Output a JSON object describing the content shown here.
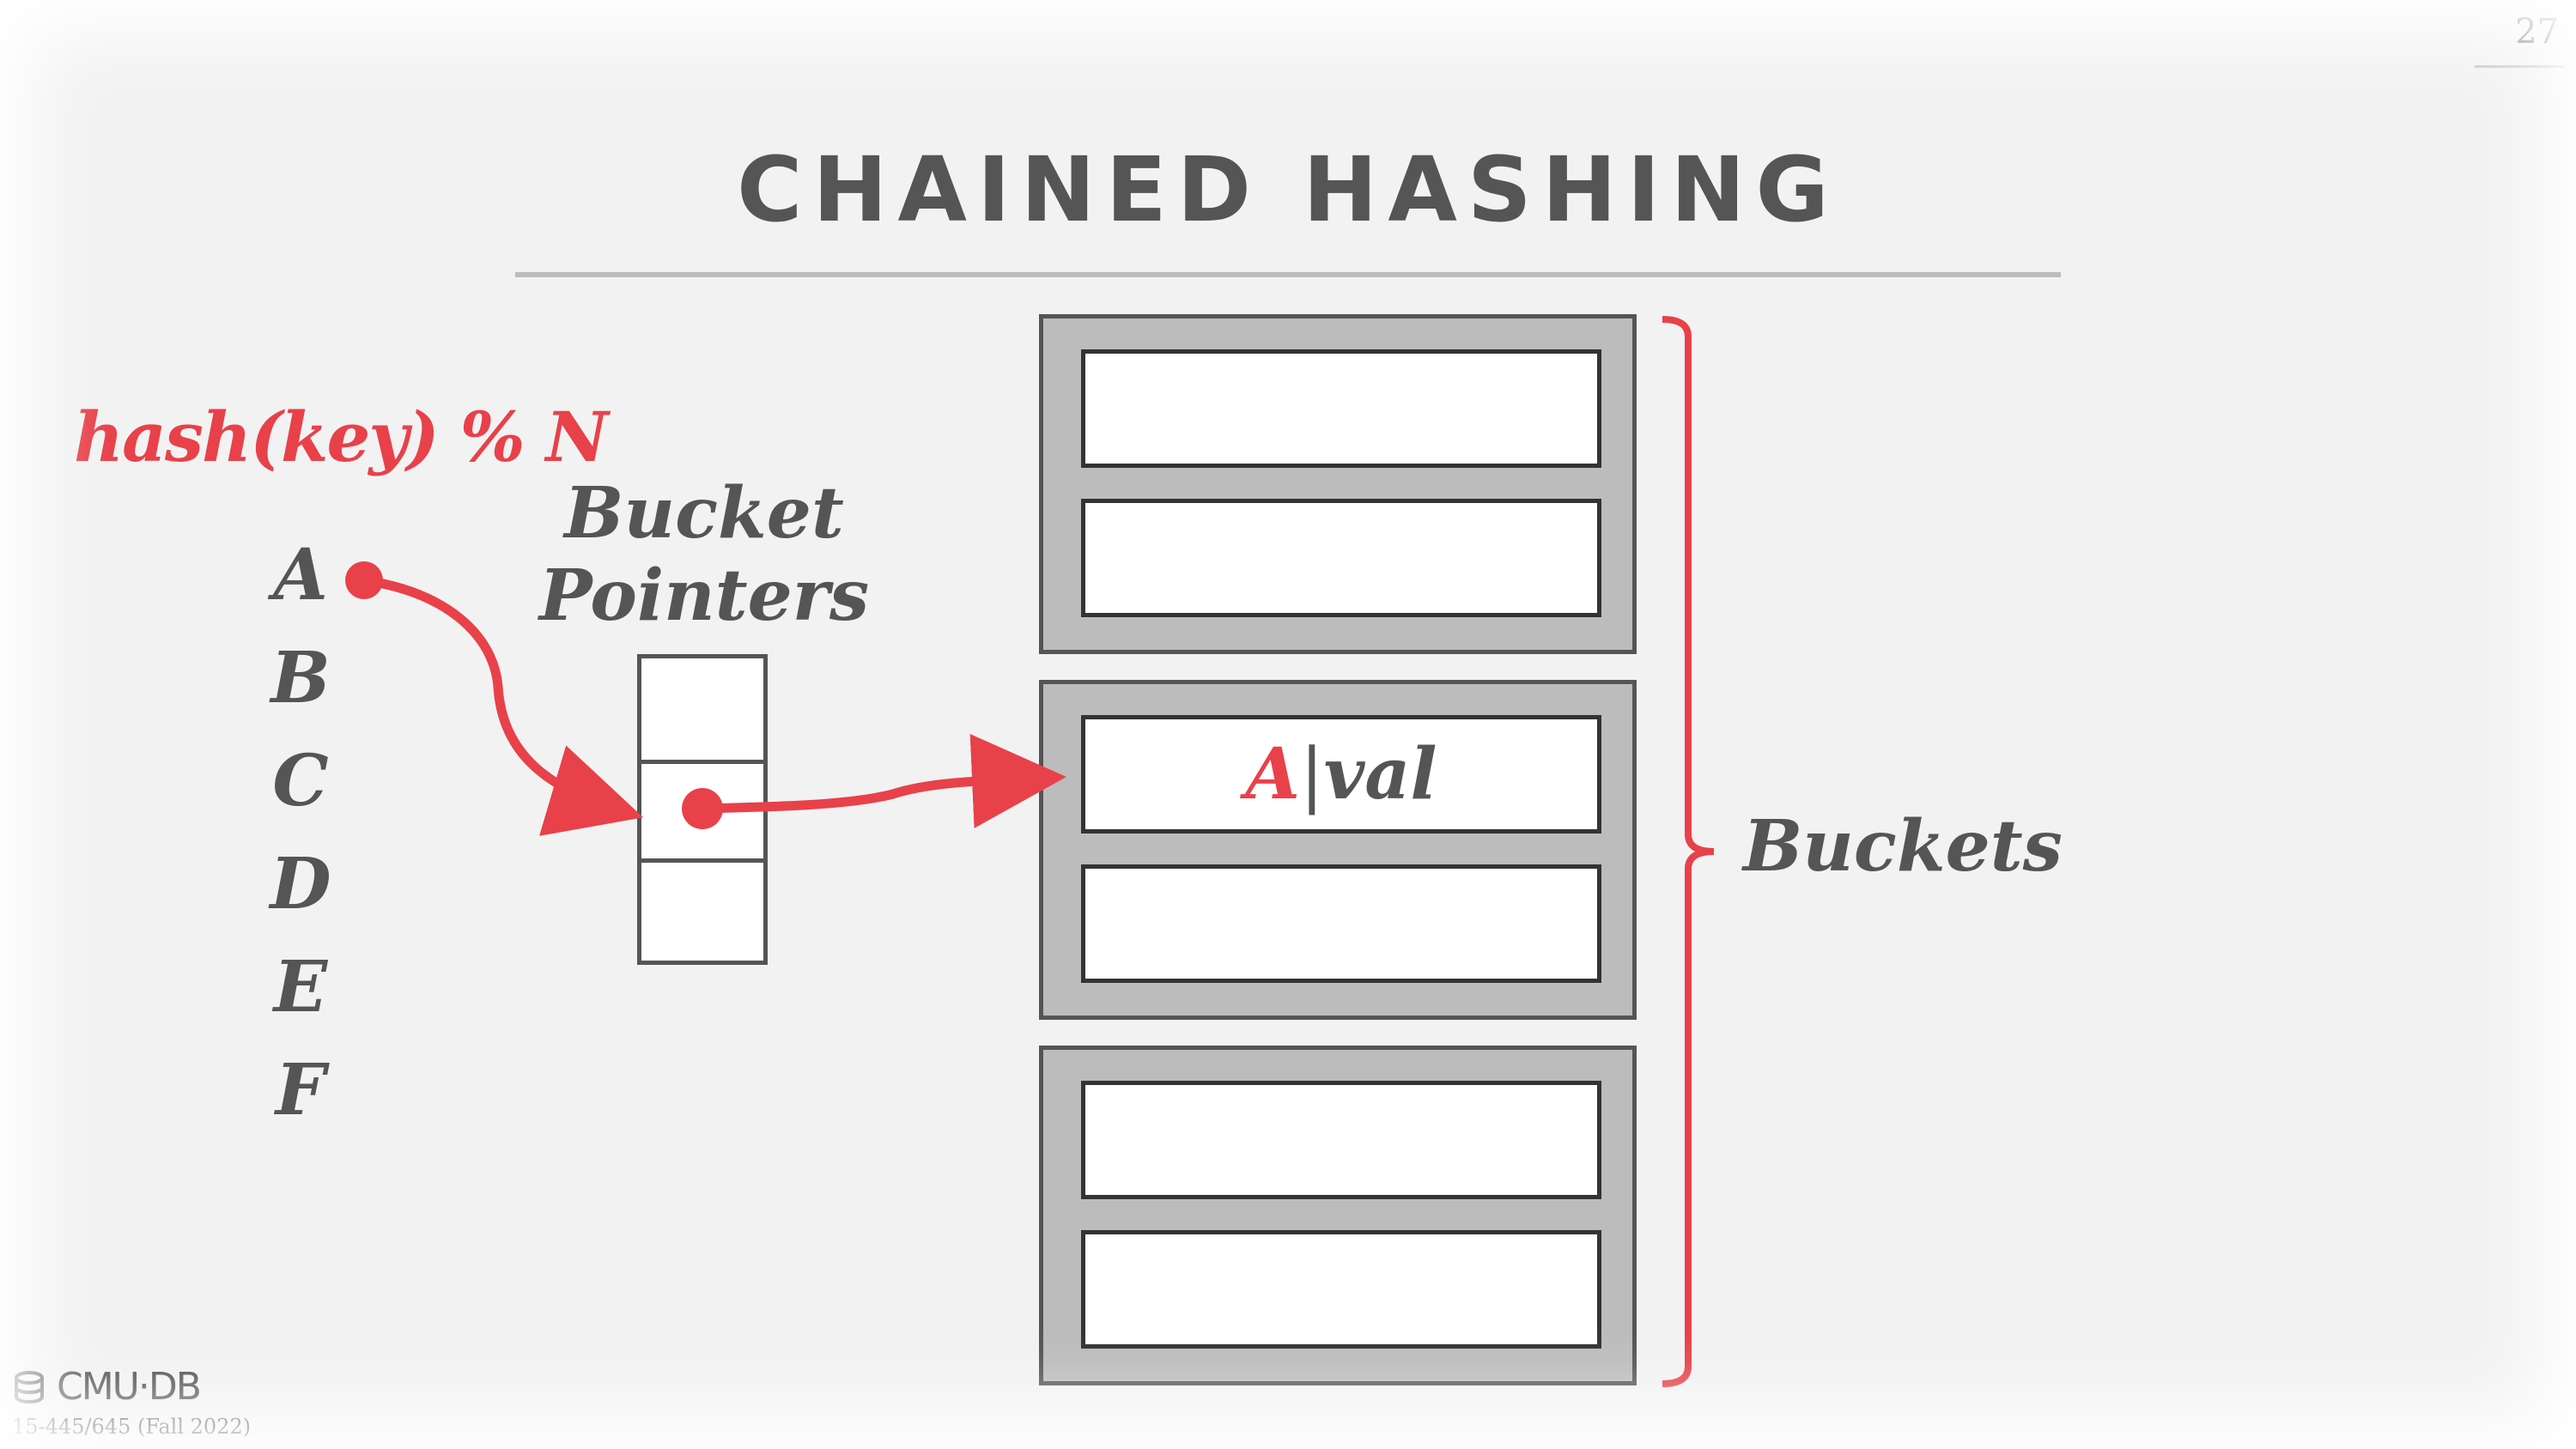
{
  "page_number": "27",
  "title": "CHAINED HASHING",
  "formula": "hash(key) % N",
  "keys": [
    "A",
    "B",
    "C",
    "D",
    "E",
    "F"
  ],
  "bucket_pointers_label": [
    "Bucket",
    "Pointers"
  ],
  "entry": {
    "key": "A",
    "separator": "|",
    "value": "val"
  },
  "buckets_label": "Buckets",
  "footer": {
    "brand": "CMU·DB",
    "course": "15-445/645 (Fall 2022)"
  },
  "colors": {
    "accent": "#e8414a",
    "text": "#555555",
    "bucket_fill": "#bcbcbc",
    "background": "#f2f2f2"
  },
  "icons": {
    "brand_logo": "database-icon"
  }
}
